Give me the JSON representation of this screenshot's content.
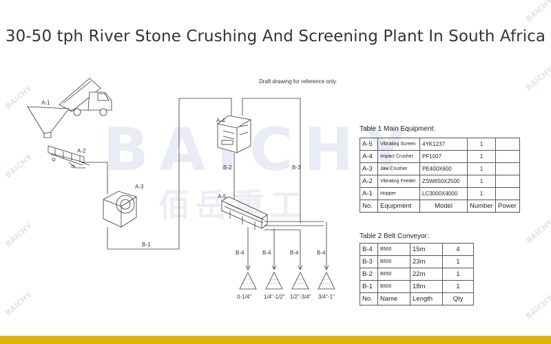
{
  "title": "30-50 tph River Stone Crushing And Screening Plant In South Africa",
  "note": "Draft drawing for reference only.",
  "watermark": {
    "brand": "BAICHY",
    "chinese": "佰岳重工"
  },
  "labels": {
    "a1": "A-1",
    "a2": "A-2",
    "a3": "A-3",
    "a4": "A-4",
    "a5": "A-5",
    "b1": "B-1",
    "b2": "B-2",
    "b3": "B-3",
    "b4": "B-4"
  },
  "products": [
    "0-1/4\"",
    "1/4\"-1/2\"",
    "1/2\"-3/4\"",
    "3/4\"-1\""
  ],
  "table1": {
    "caption": "Table 1 Main Equipment:",
    "rows": [
      {
        "no": "A-5",
        "name": "Vibrating Screen",
        "model": "4YK1237",
        "number": "1",
        "power": ""
      },
      {
        "no": "A-4",
        "name": "Impact Crusher",
        "model": "PF1007",
        "number": "1",
        "power": ""
      },
      {
        "no": "A-3",
        "name": "Jaw Crusher",
        "model": "PE400X600",
        "number": "1",
        "power": ""
      },
      {
        "no": "A-2",
        "name": "Vibrating Feeder",
        "model": "ZSW650X2500",
        "number": "1",
        "power": ""
      },
      {
        "no": "A-1",
        "name": "Hopper",
        "model": "LC3000X4000",
        "number": "1",
        "power": ""
      }
    ],
    "header": {
      "no": "No.",
      "name": "Equipment",
      "model": "Model",
      "number": "Number",
      "power": "Power"
    }
  },
  "table2": {
    "caption": "Table 2 Belt Conveyor:",
    "rows": [
      {
        "no": "B-4",
        "name": "B500",
        "length": "15m",
        "qty": "4"
      },
      {
        "no": "B-3",
        "name": "B500",
        "length": "23m",
        "qty": "1"
      },
      {
        "no": "B-2",
        "name": "B650",
        "length": "22m",
        "qty": "1"
      },
      {
        "no": "B-1",
        "name": "B500",
        "length": "18m",
        "qty": "1"
      }
    ],
    "header": {
      "no": "No.",
      "name": "Name",
      "length": "Length",
      "qty": "Qty"
    }
  },
  "colors": {
    "footer": "#e0b400",
    "watermark": "#e9ecf4",
    "lines": "#333333"
  }
}
